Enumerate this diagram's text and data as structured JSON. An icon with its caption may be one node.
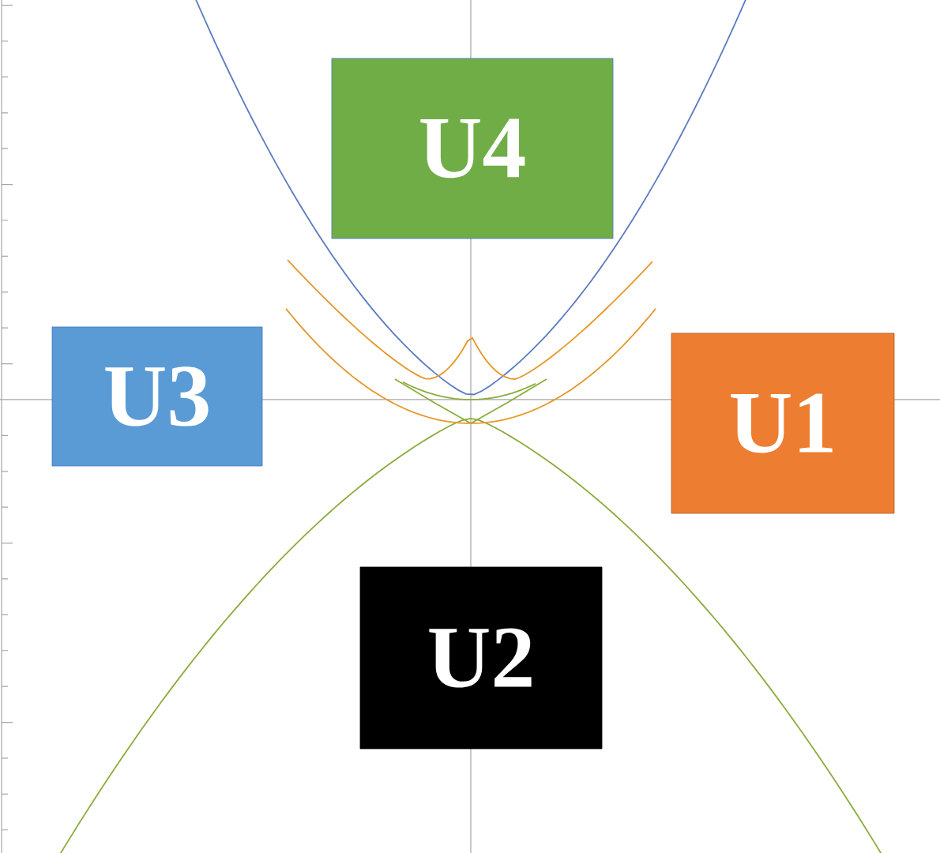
{
  "diagram": {
    "nodes": [
      {
        "text": [
          "U4"
        ]
      },
      {
        "text": [
          "U3"
        ]
      },
      {
        "text": [
          "U1"
        ]
      },
      {
        "text": [
          "U2"
        ]
      }
    ]
  }
}
